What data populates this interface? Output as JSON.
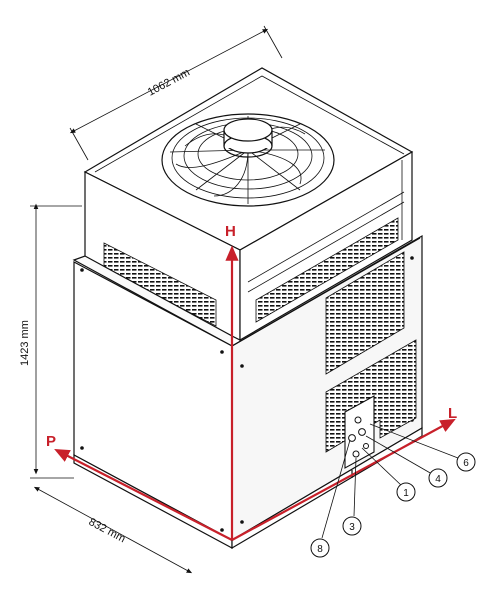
{
  "dimensions": {
    "top_width": "1062 mm",
    "height": "1423 mm",
    "depth": "832 mm"
  },
  "axes": {
    "h": "H",
    "l": "L",
    "p": "P"
  },
  "callouts": [
    "1",
    "3",
    "4",
    "6",
    "8"
  ],
  "colors": {
    "accent_red": "#c8202a",
    "line": "#111111",
    "body_light": "#ffffff",
    "body_shade": "#f4f4f4"
  }
}
